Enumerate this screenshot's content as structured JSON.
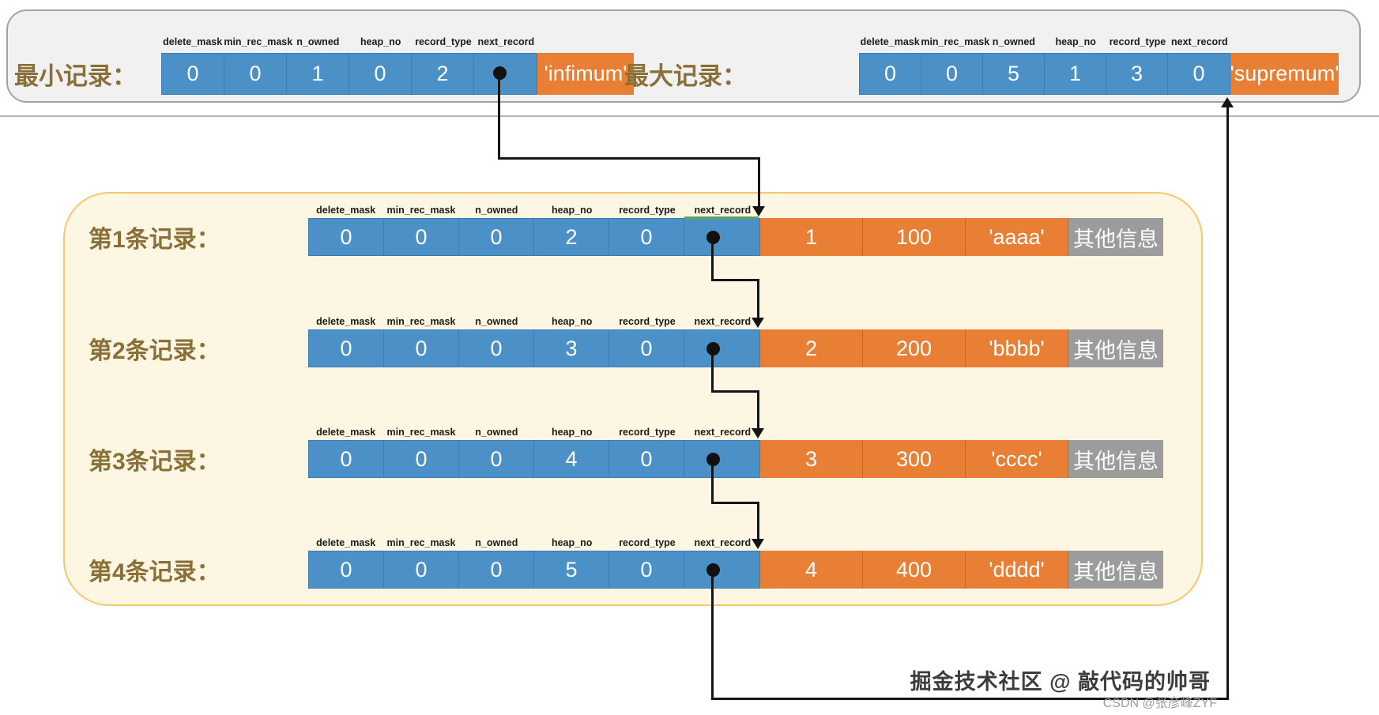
{
  "colors": {
    "cell_blue": "#4b91c8",
    "cell_orange": "#e87f35",
    "cell_gray": "#9c9c9c",
    "top_box_bg": "#f1f1f1",
    "yellow_box_bg": "#fdf6e2",
    "yellow_box_border": "#f4c96d",
    "label_gold": "#8a7038",
    "arrow_black": "#151515"
  },
  "field_headers": [
    "delete_mask",
    "min_rec_mask",
    "n_owned",
    "heap_no",
    "record_type",
    "next_record"
  ],
  "top_records": [
    {
      "label": "最小记录：",
      "values": [
        "0",
        "0",
        "1",
        "0",
        "2",
        ""
      ],
      "next_record_pointer": true,
      "tail": "'infimum'"
    },
    {
      "label": "最大记录：",
      "values": [
        "0",
        "0",
        "5",
        "1",
        "3",
        "0"
      ],
      "next_record_pointer": false,
      "tail": "'supremum'"
    }
  ],
  "rows": [
    {
      "label": "第1条记录：",
      "values": [
        "0",
        "0",
        "0",
        "2",
        "0",
        ""
      ],
      "next_record_pointer": true,
      "data": [
        "1",
        "100",
        "'aaaa'"
      ],
      "extra": "其他信息"
    },
    {
      "label": "第2条记录：",
      "values": [
        "0",
        "0",
        "0",
        "3",
        "0",
        ""
      ],
      "next_record_pointer": true,
      "data": [
        "2",
        "200",
        "'bbbb'"
      ],
      "extra": "其他信息"
    },
    {
      "label": "第3条记录：",
      "values": [
        "0",
        "0",
        "0",
        "4",
        "0",
        ""
      ],
      "next_record_pointer": true,
      "data": [
        "3",
        "300",
        "'cccc'"
      ],
      "extra": "其他信息"
    },
    {
      "label": "第4条记录：",
      "values": [
        "0",
        "0",
        "0",
        "5",
        "0",
        ""
      ],
      "next_record_pointer": true,
      "data": [
        "4",
        "400",
        "'dddd'"
      ],
      "extra": "其他信息"
    }
  ],
  "watermarks": {
    "juejin": "掘金技术社区 @ 敲代码的帅哥",
    "csdn": "CSDN @张彦峰ZYF"
  }
}
